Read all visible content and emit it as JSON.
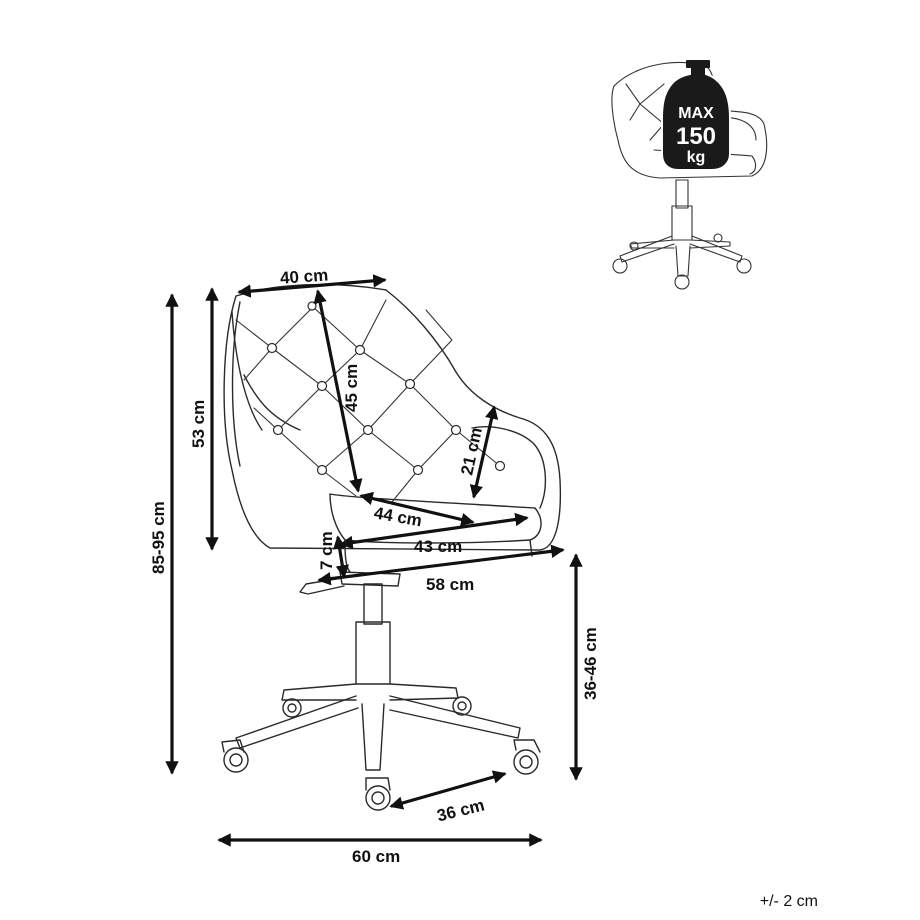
{
  "dimensions": {
    "backrest_width": "40 cm",
    "backrest_height": "45 cm",
    "back_height": "53 cm",
    "total_height": "85-95 cm",
    "armrest_height": "21 cm",
    "seat_depth": "44 cm",
    "seat_width": "43 cm",
    "seat_thickness": "7 cm",
    "overall_width": "58 cm",
    "seat_height": "36-46 cm",
    "caster_spacing": "36 cm",
    "base_width": "60 cm"
  },
  "weight_badge": {
    "line1": "MAX",
    "line2": "150",
    "line3": "kg"
  },
  "tolerance": "+/- 2 cm"
}
